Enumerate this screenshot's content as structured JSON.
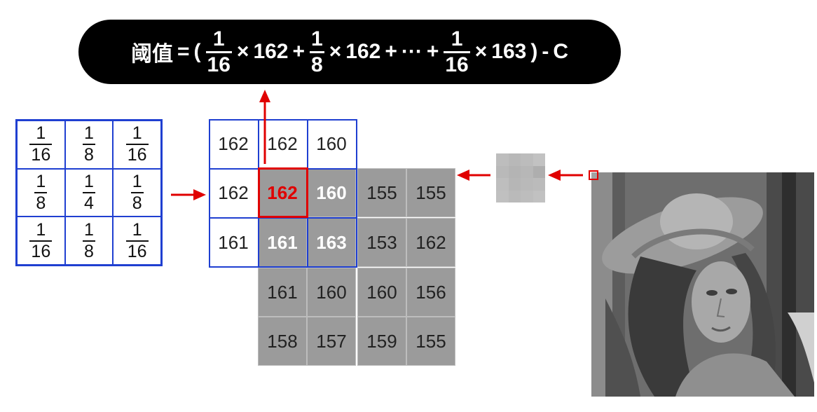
{
  "formula": {
    "lhs": "阈值",
    "eq": "=",
    "open": "(",
    "terms": [
      {
        "num": "1",
        "den": "16",
        "op": "×",
        "value": "162"
      },
      {
        "num": "1",
        "den": "8",
        "op": "×",
        "value": "162"
      },
      {
        "num": "1",
        "den": "16",
        "op": "×",
        "value": "163"
      }
    ],
    "plus": "+",
    "ellipsis": "···",
    "close": ")",
    "minus": "-",
    "c": "C"
  },
  "kernel": [
    [
      {
        "num": "1",
        "den": "16"
      },
      {
        "num": "1",
        "den": "8"
      },
      {
        "num": "1",
        "den": "16"
      }
    ],
    [
      {
        "num": "1",
        "den": "8"
      },
      {
        "num": "1",
        "den": "4"
      },
      {
        "num": "1",
        "den": "8"
      }
    ],
    [
      {
        "num": "1",
        "den": "16"
      },
      {
        "num": "1",
        "den": "8"
      },
      {
        "num": "1",
        "den": "16"
      }
    ]
  ],
  "pixels": {
    "window": [
      [
        "162",
        "162",
        "160"
      ],
      [
        "162",
        "162",
        "160"
      ],
      [
        "161",
        "161",
        "163"
      ]
    ],
    "row1_right": [
      "155",
      "155"
    ],
    "row2_right": [
      "153",
      "162"
    ],
    "row3": [
      "161",
      "160",
      "160",
      "156"
    ],
    "row4": [
      "158",
      "157",
      "159",
      "155"
    ]
  },
  "colors": {
    "accent_red": "#e00000",
    "grid_blue": "#1f3fd1",
    "cell_gray": "#9b9b9b"
  }
}
